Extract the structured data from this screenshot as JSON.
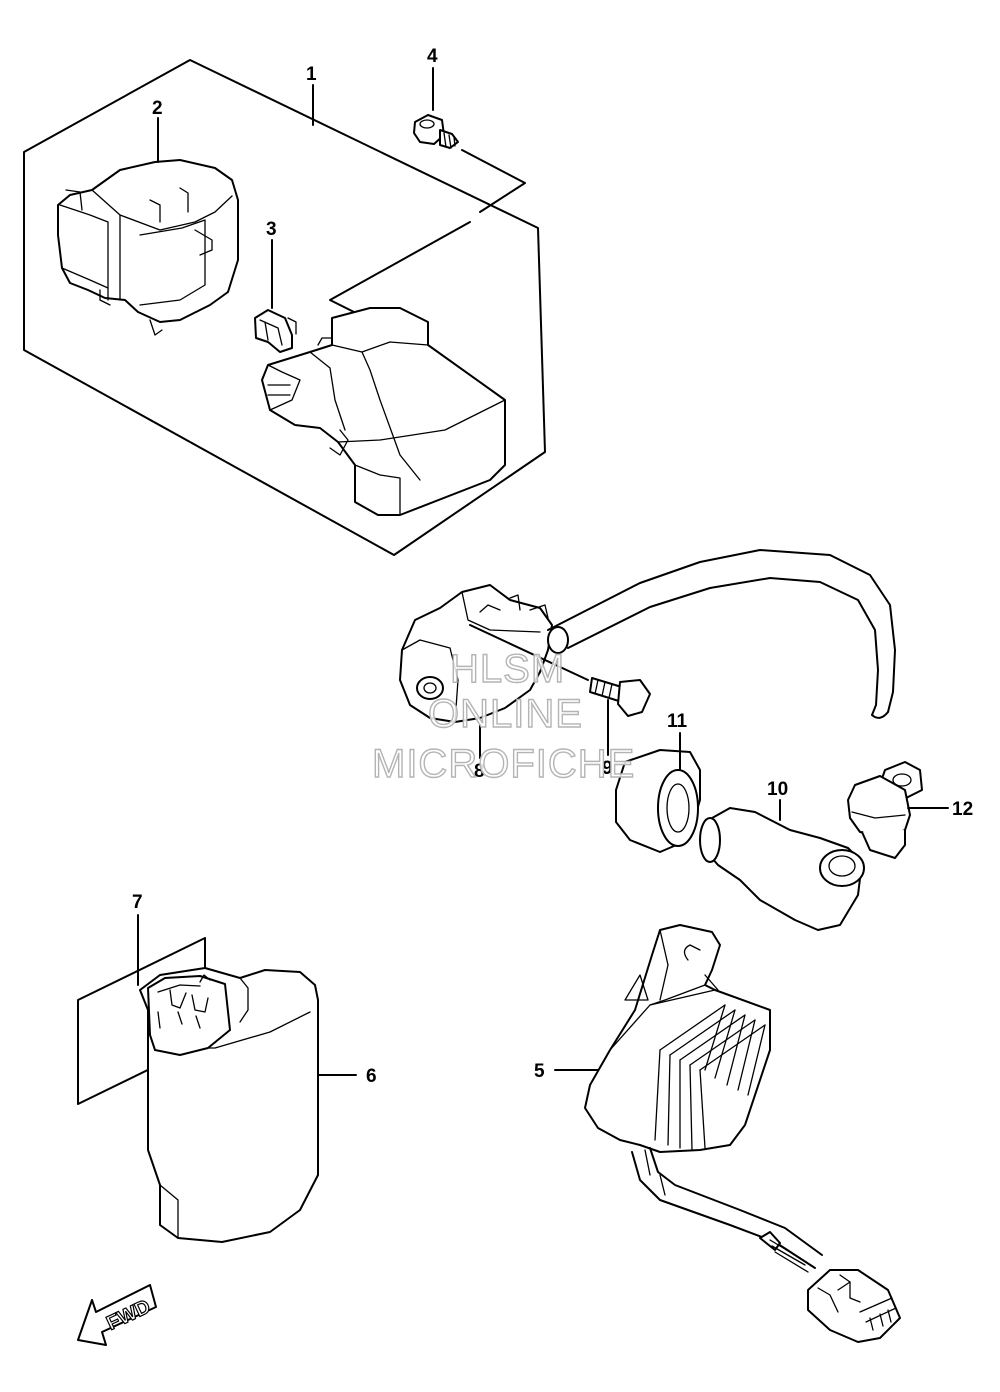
{
  "callouts": {
    "c1": "1",
    "c2": "2",
    "c3": "3",
    "c4": "4",
    "c5": "5",
    "c6": "6",
    "c7": "7",
    "c8": "8",
    "c9": "9",
    "c10": "10",
    "c11": "11",
    "c12": "12"
  },
  "watermark": {
    "line1": "HLSM",
    "line2": "ONLINE",
    "line3": "MICROFICHE"
  },
  "direction_arrow": {
    "label": "FWD",
    "icon": "forward-arrow-icon"
  },
  "colors": {
    "ink": "#000000",
    "watermark_outline": "#b4b4b4",
    "background": "#ffffff"
  }
}
